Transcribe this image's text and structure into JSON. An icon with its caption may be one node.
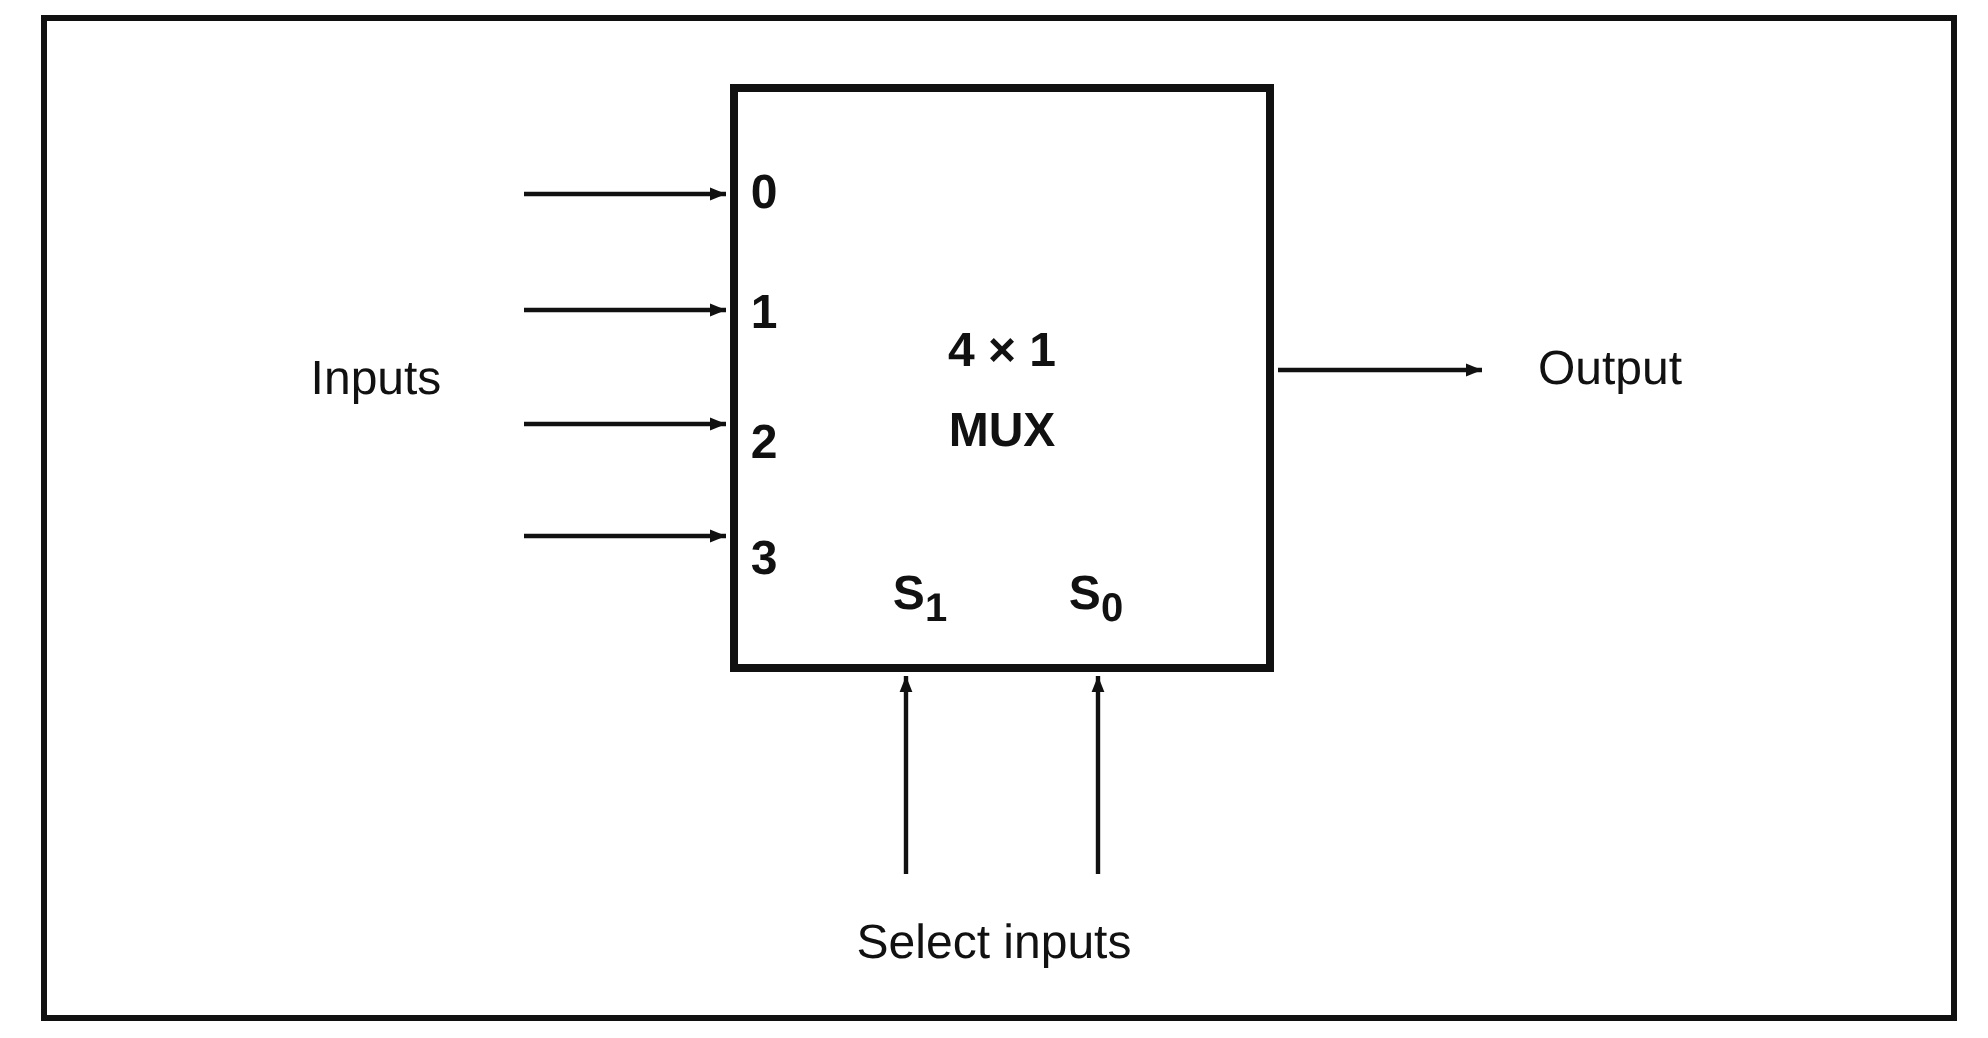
{
  "diagram": {
    "nodes": [
      {
        "text": [
          "4 × 1 MUX"
        ]
      },
      {
        "text": [
          "Output"
        ]
      }
    ],
    "edges": [
      {
        "from": null,
        "to": 0,
        "arrow": "to"
      },
      {
        "from": null,
        "to": 0,
        "arrow": "to"
      },
      {
        "from": null,
        "to": 0,
        "arrow": "to"
      },
      {
        "from": null,
        "to": 0,
        "arrow": "to"
      },
      {
        "from": 0,
        "to": 1,
        "arrow": "to"
      },
      {
        "from": null,
        "to": 0,
        "arrow": "to"
      },
      {
        "from": null,
        "to": 0,
        "arrow": "to"
      }
    ],
    "labels": [
      "0",
      "1",
      "Inputs",
      "2",
      "3",
      "S$_{1}$",
      "S$_{0}$",
      "Select inputs"
    ]
  }
}
